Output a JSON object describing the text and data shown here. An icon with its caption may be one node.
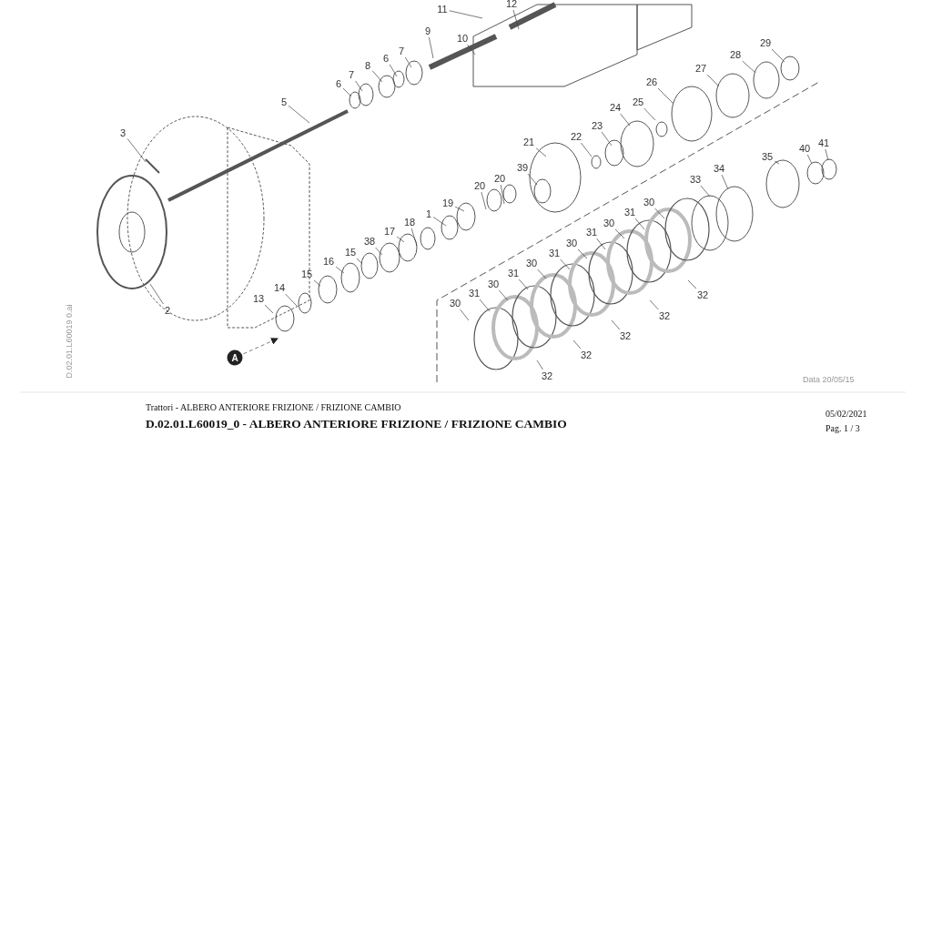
{
  "diagram": {
    "title": "D.02.01.L60019_0 - ALBERO ANTERIORE FRIZIONE / FRIZIONE CAMBIO",
    "nodes": [
      {
        "text": [
          "12"
        ]
      },
      {
        "text": [
          "11"
        ]
      },
      {
        "text": [
          "10"
        ]
      },
      {
        "text": [
          "9"
        ]
      },
      {
        "text": [
          "7"
        ]
      },
      {
        "text": [
          "6"
        ]
      },
      {
        "text": [
          "8"
        ]
      },
      {
        "text": [
          "7"
        ]
      },
      {
        "text": [
          "6"
        ]
      },
      {
        "text": [
          "5"
        ]
      },
      {
        "text": [
          "29"
        ]
      },
      {
        "text": [
          "28"
        ]
      },
      {
        "text": [
          "27"
        ]
      },
      {
        "text": [
          "26"
        ]
      },
      {
        "text": [
          "25"
        ]
      },
      {
        "text": [
          "24"
        ]
      },
      {
        "text": [
          "23"
        ]
      },
      {
        "text": [
          "22"
        ]
      },
      {
        "text": [
          "21"
        ]
      },
      {
        "text": [
          "3"
        ]
      },
      {
        "text": [
          "39"
        ]
      },
      {
        "text": [
          "20"
        ]
      },
      {
        "text": [
          "20"
        ]
      },
      {
        "text": [
          "19"
        ]
      },
      {
        "text": [
          "1"
        ]
      },
      {
        "text": [
          "18"
        ]
      },
      {
        "text": [
          "17"
        ]
      },
      {
        "text": [
          "38"
        ]
      },
      {
        "text": [
          "15"
        ]
      },
      {
        "text": [
          "16"
        ]
      },
      {
        "text": [
          "15"
        ]
      },
      {
        "text": [
          "14"
        ]
      },
      {
        "text": [
          "13"
        ]
      },
      {
        "text": [
          "2"
        ]
      },
      {
        "text": [
          "41"
        ]
      },
      {
        "text": [
          "40"
        ]
      },
      {
        "text": [
          "35"
        ]
      },
      {
        "text": [
          "34"
        ]
      },
      {
        "text": [
          "33"
        ]
      },
      {
        "text": [
          "30"
        ]
      },
      {
        "text": [
          "31"
        ]
      },
      {
        "text": [
          "30"
        ]
      },
      {
        "text": [
          "31"
        ]
      },
      {
        "text": [
          "30"
        ]
      },
      {
        "text": [
          "31"
        ]
      },
      {
        "text": [
          "30"
        ]
      },
      {
        "text": [
          "31"
        ]
      },
      {
        "text": [
          "30"
        ]
      },
      {
        "text": [
          "31"
        ]
      },
      {
        "text": [
          "30"
        ]
      },
      {
        "text": [
          "32"
        ]
      },
      {
        "text": [
          "32"
        ]
      },
      {
        "text": [
          "32"
        ]
      },
      {
        "text": [
          "32"
        ]
      },
      {
        "text": [
          "32"
        ]
      },
      {
        "text": [
          "A"
        ]
      }
    ],
    "edges": [
      {
        "from": 0,
        "to": null,
        "arrow": "none"
      },
      {
        "from": 1,
        "to": null,
        "arrow": "none"
      },
      {
        "from": 2,
        "to": null,
        "arrow": "none"
      },
      {
        "from": 3,
        "to": null,
        "arrow": "none"
      },
      {
        "from": 4,
        "to": null,
        "arrow": "none"
      },
      {
        "from": 5,
        "to": null,
        "arrow": "none"
      },
      {
        "from": 6,
        "to": null,
        "arrow": "none"
      },
      {
        "from": 7,
        "to": null,
        "arrow": "none"
      },
      {
        "from": 8,
        "to": null,
        "arrow": "none"
      },
      {
        "from": 9,
        "to": null,
        "arrow": "none"
      },
      {
        "from": 10,
        "to": null,
        "arrow": "none"
      },
      {
        "from": 11,
        "to": null,
        "arrow": "none"
      },
      {
        "from": 12,
        "to": null,
        "arrow": "none"
      },
      {
        "from": 13,
        "to": null,
        "arrow": "none"
      },
      {
        "from": 14,
        "to": null,
        "arrow": "none"
      },
      {
        "from": 15,
        "to": null,
        "arrow": "none"
      },
      {
        "from": 16,
        "to": null,
        "arrow": "none"
      },
      {
        "from": 17,
        "to": null,
        "arrow": "none"
      },
      {
        "from": 18,
        "to": null,
        "arrow": "none"
      },
      {
        "from": 19,
        "to": null,
        "arrow": "none"
      },
      {
        "from": 20,
        "to": null,
        "arrow": "none"
      },
      {
        "from": 21,
        "to": null,
        "arrow": "none"
      },
      {
        "from": 22,
        "to": null,
        "arrow": "none"
      },
      {
        "from": 23,
        "to": null,
        "arrow": "none"
      },
      {
        "from": 24,
        "to": null,
        "arrow": "none"
      },
      {
        "from": 25,
        "to": null,
        "arrow": "none"
      },
      {
        "from": 26,
        "to": null,
        "arrow": "none"
      },
      {
        "from": 27,
        "to": null,
        "arrow": "none"
      },
      {
        "from": 28,
        "to": null,
        "arrow": "none"
      },
      {
        "from": 29,
        "to": null,
        "arrow": "none"
      },
      {
        "from": 30,
        "to": null,
        "arrow": "none"
      },
      {
        "from": 31,
        "to": null,
        "arrow": "none"
      },
      {
        "from": 32,
        "to": null,
        "arrow": "none"
      },
      {
        "from": 33,
        "to": null,
        "arrow": "none"
      },
      {
        "from": 34,
        "to": null,
        "arrow": "none"
      },
      {
        "from": 35,
        "to": null,
        "arrow": "none"
      },
      {
        "from": 36,
        "to": null,
        "arrow": "none"
      },
      {
        "from": 37,
        "to": null,
        "arrow": "none"
      },
      {
        "from": 38,
        "to": null,
        "arrow": "none"
      },
      {
        "from": 39,
        "to": null,
        "arrow": "none"
      },
      {
        "from": 40,
        "to": null,
        "arrow": "none"
      },
      {
        "from": 41,
        "to": null,
        "arrow": "none"
      },
      {
        "from": 42,
        "to": null,
        "arrow": "none"
      },
      {
        "from": 43,
        "to": null,
        "arrow": "none"
      },
      {
        "from": 44,
        "to": null,
        "arrow": "none"
      },
      {
        "from": 45,
        "to": null,
        "arrow": "none"
      },
      {
        "from": 46,
        "to": null,
        "arrow": "none"
      },
      {
        "from": 47,
        "to": null,
        "arrow": "none"
      },
      {
        "from": 48,
        "to": null,
        "arrow": "none"
      },
      {
        "from": 49,
        "to": null,
        "arrow": "none"
      },
      {
        "from": 50,
        "to": null,
        "arrow": "none"
      },
      {
        "from": 51,
        "to": null,
        "arrow": "none"
      },
      {
        "from": 52,
        "to": null,
        "arrow": "none"
      },
      {
        "from": 53,
        "to": null,
        "arrow": "none"
      },
      {
        "from": 54,
        "to": null,
        "arrow": "none"
      },
      {
        "from": 55,
        "to": null,
        "arrow": "to",
        "style": "dashed"
      }
    ],
    "labels": [
      "D.02.01.L60019 0.ai",
      "Data 20/05/15",
      "Trattori - ALBERO ANTERIORE FRIZIONE / FRIZIONE CAMBIO",
      "05/02/2021",
      "Pag. 1 / 3"
    ]
  }
}
